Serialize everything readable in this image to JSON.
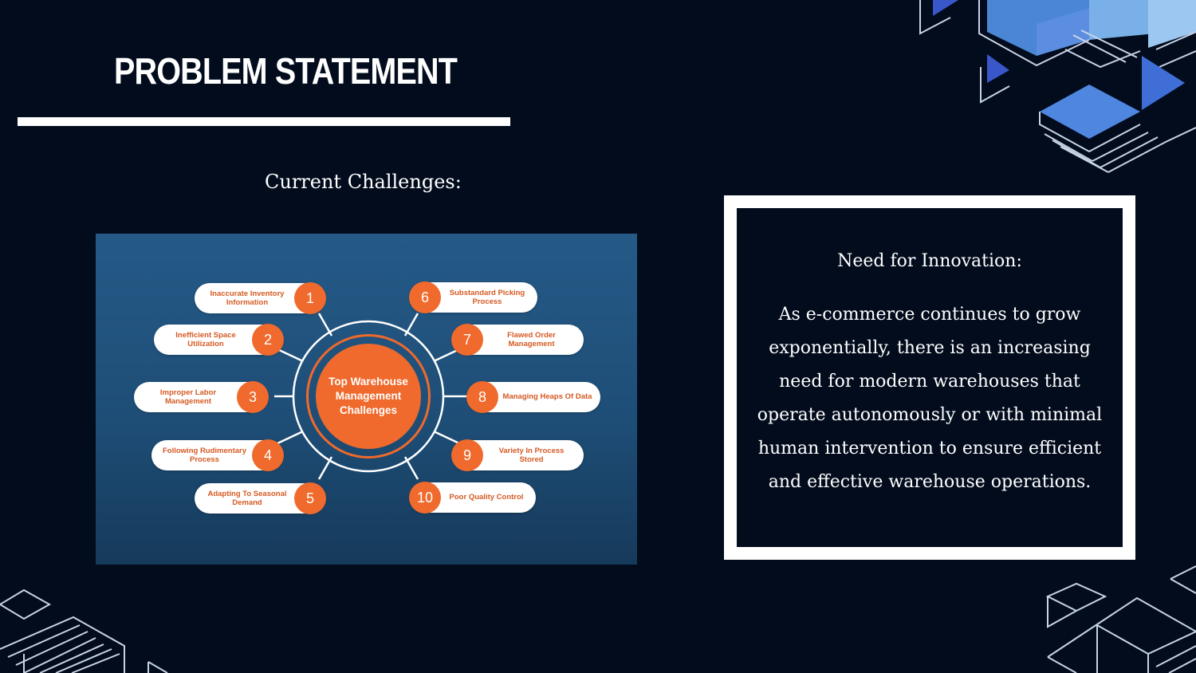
{
  "slide": {
    "title": "PROBLEM STATEMENT",
    "subtitle": "Current Challenges:"
  },
  "diagram": {
    "center_label": "Top Warehouse Management Challenges",
    "items": [
      {
        "num": "1",
        "label": "Inaccurate Inventory Information"
      },
      {
        "num": "2",
        "label": "Inefficient Space Utilization"
      },
      {
        "num": "3",
        "label": "Improper Labor Management"
      },
      {
        "num": "4",
        "label": "Following Rudimentary Process"
      },
      {
        "num": "5",
        "label": "Adapting To Seasonal Demand"
      },
      {
        "num": "6",
        "label": "Substandard Picking Process"
      },
      {
        "num": "7",
        "label": "Flawed Order Management"
      },
      {
        "num": "8",
        "label": "Managing Heaps Of Data"
      },
      {
        "num": "9",
        "label": "Variety In Process Stored"
      },
      {
        "num": "10",
        "label": "Poor Quality Control"
      }
    ]
  },
  "innovation": {
    "heading": "Need for Innovation:",
    "body": "As e-commerce continues to grow exponentially, there is an increasing need for modern warehouses that operate autonomously or with minimal human intervention to ensure efficient and effective warehouse operations."
  },
  "colors": {
    "background": "#020c1d",
    "accent": "#ef6a2c",
    "panel": "#255a87",
    "decor_blue": "#3f6fd6"
  }
}
